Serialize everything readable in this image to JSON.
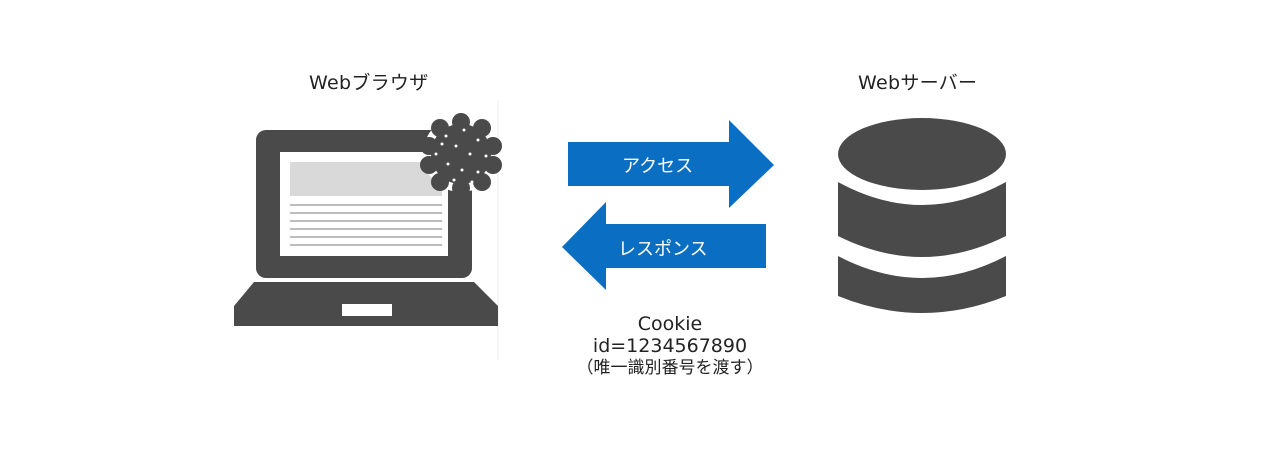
{
  "browser": {
    "label": "Webブラウザ",
    "icon": "laptop-icon",
    "cookie_icon": "cookie-icon"
  },
  "server": {
    "label": "Webサーバー",
    "icon": "database-icon"
  },
  "arrows": {
    "request_label": "アクセス",
    "response_label": "レスポンス",
    "color": "#0a6fc2"
  },
  "cookie": {
    "title": "Cookie",
    "value": "id=1234567890",
    "note": "（唯一識別番号を渡す）"
  },
  "colors": {
    "device": "#4a4a4a",
    "screen_bar": "#d9d9d9"
  }
}
